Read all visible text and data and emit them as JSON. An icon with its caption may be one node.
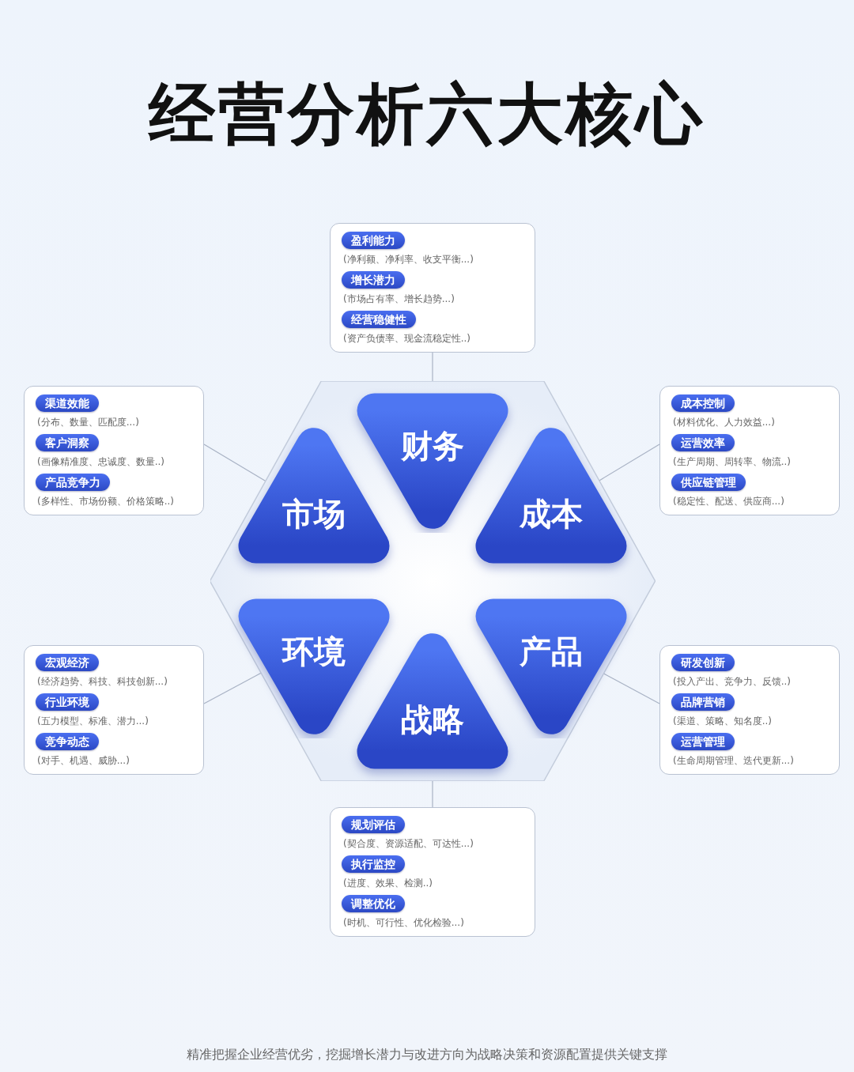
{
  "diagram": {
    "title": "经营分析六大核心",
    "caption": "精准把握企业经营优劣，挖掘增长潜力与改进方向为战略决策和资源配置提供关键支撑",
    "nodes": [
      {
        "text": [],
        "shape": "hexagon"
      },
      {
        "text": [
          "财务"
        ],
        "in": 0
      },
      {
        "text": [
          "市场"
        ],
        "in": 0
      },
      {
        "text": [
          "成本"
        ],
        "in": 0
      },
      {
        "text": [
          "环境"
        ],
        "in": 0
      },
      {
        "text": [
          "产品"
        ],
        "in": 0
      },
      {
        "text": [
          "战略"
        ],
        "in": 0
      },
      {
        "text": [],
        "shape": "box"
      },
      {
        "text": [
          "盈利能力"
        ],
        "beside": [
          "(净利额、净利率、收支平衡...)"
        ],
        "in": 7
      },
      {
        "text": [
          "增长潜力"
        ],
        "beside": [
          "(市场占有率、增长趋势...)"
        ],
        "in": 7
      },
      {
        "text": [
          "经营稳健性"
        ],
        "beside": [
          "(资产负债率、现金流稳定性..)"
        ],
        "in": 7
      },
      {
        "text": [],
        "shape": "box"
      },
      {
        "text": [
          "渠道效能"
        ],
        "beside": [
          "(分布、数量、匹配度...)"
        ],
        "in": 11
      },
      {
        "text": [
          "客户洞察"
        ],
        "beside": [
          "(画像精准度、忠诚度、数量..)"
        ],
        "in": 11
      },
      {
        "text": [
          "产品竞争力"
        ],
        "beside": [
          "(多样性、市场份额、价格策略..)"
        ],
        "in": 11
      },
      {
        "text": [],
        "shape": "box"
      },
      {
        "text": [
          "成本控制"
        ],
        "beside": [
          "(材料优化、人力效益...)"
        ],
        "in": 15
      },
      {
        "text": [
          "运营效率"
        ],
        "beside": [
          "(生产周期、周转率、物流..)"
        ],
        "in": 15
      },
      {
        "text": [
          "供应链管理"
        ],
        "beside": [
          "(稳定性、配送、供应商...)"
        ],
        "in": 15
      },
      {
        "text": [],
        "shape": "box"
      },
      {
        "text": [
          "宏观经济"
        ],
        "beside": [
          "(经济趋势、科技、科技创新...)"
        ],
        "in": 19
      },
      {
        "text": [
          "行业环境"
        ],
        "beside": [
          "(五力模型、标准、潜力...)"
        ],
        "in": 19
      },
      {
        "text": [
          "竞争动态"
        ],
        "beside": [
          "(对手、机遇、威胁...)"
        ],
        "in": 19
      },
      {
        "text": [],
        "shape": "box"
      },
      {
        "text": [
          "研发创新"
        ],
        "beside": [
          "(投入产出、竞争力、反馈..)"
        ],
        "in": 23
      },
      {
        "text": [
          "品牌营销"
        ],
        "beside": [
          "(渠道、策略、知名度..)"
        ],
        "in": 23
      },
      {
        "text": [
          "运营管理"
        ],
        "beside": [
          "(生命周期管理、迭代更新...)"
        ],
        "in": 23
      },
      {
        "text": [],
        "shape": "box"
      },
      {
        "text": [
          "规划评估"
        ],
        "beside": [
          "(契合度、资源适配、可达性...)"
        ],
        "in": 27
      },
      {
        "text": [
          "执行监控"
        ],
        "beside": [
          "(进度、效果、检测..)"
        ],
        "in": 27
      },
      {
        "text": [
          "调整优化"
        ],
        "beside": [
          "(时机、可行性、优化检验...)"
        ],
        "in": 27
      }
    ],
    "edges": [
      {
        "from": 7,
        "to": 0,
        "arrow": "none"
      },
      {
        "from": 11,
        "to": 0,
        "arrow": "none"
      },
      {
        "from": 15,
        "to": 0,
        "arrow": "none"
      },
      {
        "from": 19,
        "to": 0,
        "arrow": "none"
      },
      {
        "from": 23,
        "to": 0,
        "arrow": "none"
      },
      {
        "from": 27,
        "to": 0,
        "arrow": "none"
      }
    ]
  }
}
